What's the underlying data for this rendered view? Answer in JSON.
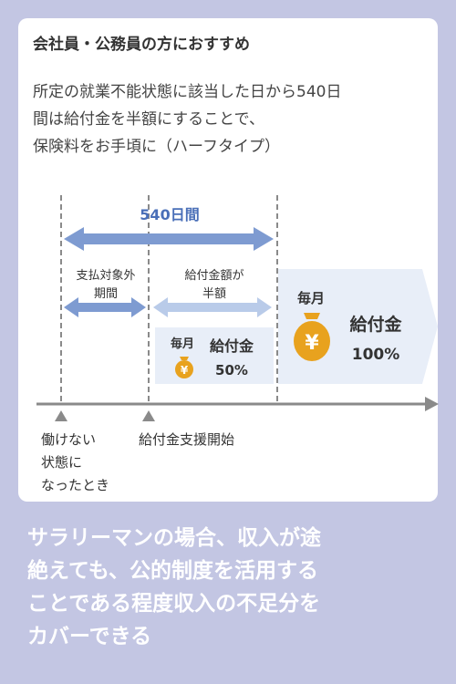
{
  "card": {
    "title": "会社員・公務員の方におすすめ",
    "description_lines": [
      "所定の就業不能状態に該当した日から540日",
      "間は給付金を半額にすることで、",
      "保険料をお手頃に（ハーフタイプ）"
    ]
  },
  "diagram": {
    "period_label": "540日間",
    "exempt_label_lines": [
      "支払対象外",
      "期間"
    ],
    "half_label_lines": [
      "給付金額が",
      "半額"
    ],
    "half_box": {
      "monthly": "毎月",
      "benefit": "給付金",
      "percent": "50%"
    },
    "full_box": {
      "monthly": "毎月",
      "benefit": "給付金",
      "percent": "100%"
    },
    "coin_symbol": "¥",
    "start_label_lines": [
      "働けない",
      "状態に",
      "なったとき"
    ],
    "payment_start_label": "給付金支援開始",
    "colors": {
      "arrow_blue": "#7e9bd1",
      "label_blue": "#4a6fb8",
      "box_fill": "#e8eef8",
      "axis_gray": "#8a8a8a",
      "coin_gold": "#e8a21e"
    }
  },
  "caption_lines": [
    "サラリーマンの場合、収入が途",
    "絶えても、公的制度を活用する",
    "ことである程度収入の不足分を",
    "カバーできる"
  ]
}
